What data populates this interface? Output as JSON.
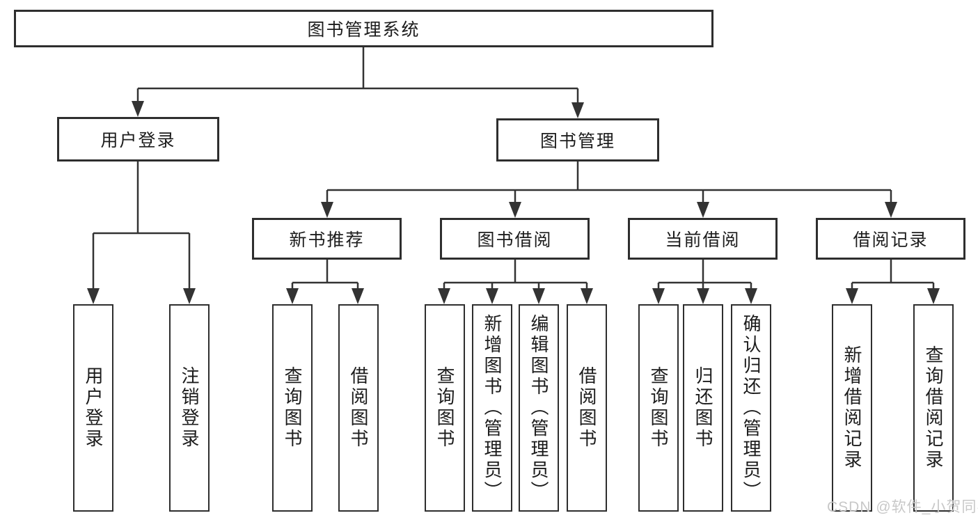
{
  "watermark": {
    "text": "CSDN @软件_小贺同学"
  },
  "colors": {
    "background": "#ffffff",
    "line": "#333333",
    "box_border": "#2e2e2e",
    "box_fill": "#ffffff",
    "text": "#1c1c1c",
    "watermark": "#c8c8c8"
  },
  "nodes": {
    "root": "图书管理系统",
    "user_login": "用户登录",
    "book_mgmt": "图书管理",
    "new_book": "新书推荐",
    "book_borrow": "图书借阅",
    "current_borrow": "当前借阅",
    "borrow_record": "借阅记录",
    "leaf_user_login": "用户登录",
    "leaf_logout": "注销登录",
    "leaf_query_book_a": "查询图书",
    "leaf_borrow_book_a": "借阅图书",
    "leaf_query_book_b": "查询图书",
    "leaf_add_book": "新增图书（管理员）",
    "leaf_edit_book": "编辑图书（管理员）",
    "leaf_borrow_book_b": "借阅图书",
    "leaf_query_book_c": "查询图书",
    "leaf_return_book": "归还图书",
    "leaf_confirm_return": "确认归还（管理员）",
    "leaf_add_record": "新增借阅记录",
    "leaf_query_record": "查询借阅记录"
  },
  "hierarchy": {
    "图书管理系统": {
      "用户登录": [
        "用户登录",
        "注销登录"
      ],
      "图书管理": {
        "新书推荐": [
          "查询图书",
          "借阅图书"
        ],
        "图书借阅": [
          "查询图书",
          "新增图书（管理员）",
          "编辑图书（管理员）",
          "借阅图书"
        ],
        "当前借阅": [
          "查询图书",
          "归还图书",
          "确认归还（管理员）"
        ],
        "借阅记录": [
          "新增借阅记录",
          "查询借阅记录"
        ]
      }
    }
  }
}
